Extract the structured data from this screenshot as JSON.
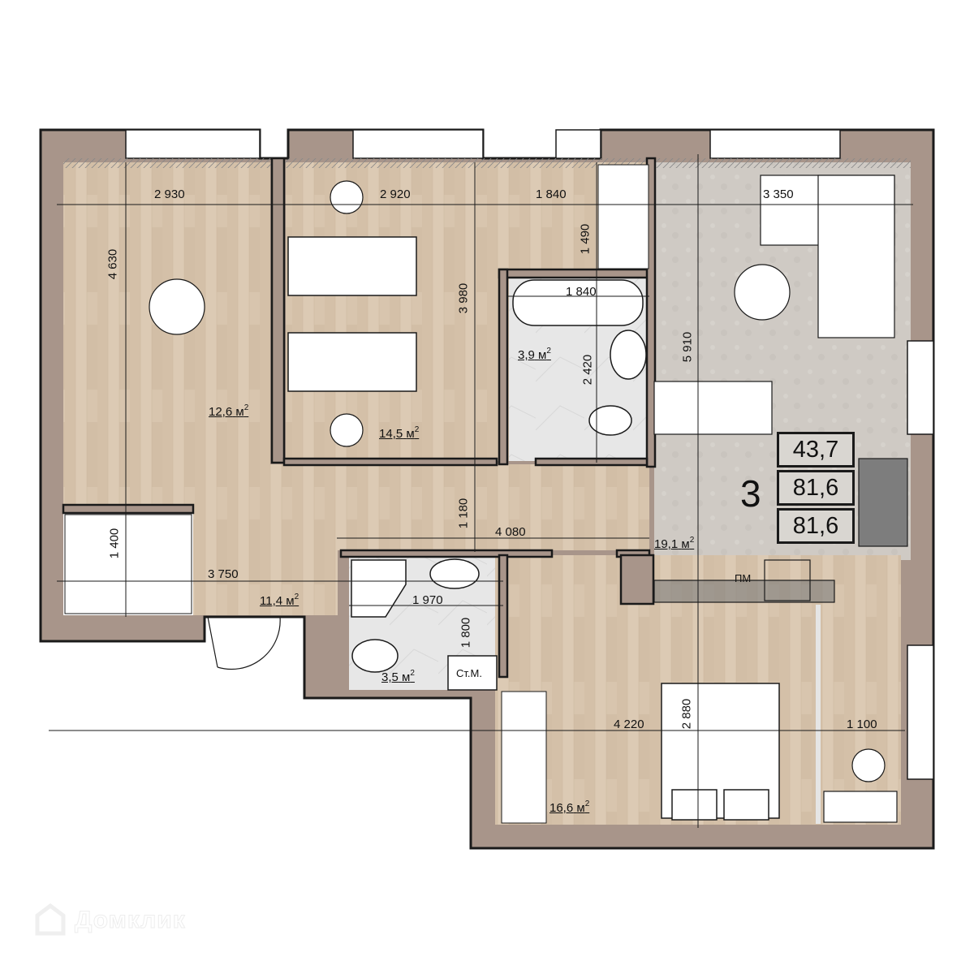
{
  "plan": {
    "colors": {
      "wall": "#a8958a",
      "wall_outline": "#1a1a1a",
      "wood_floor": "#d8c5ae",
      "tile_floor": "#e6e6e6",
      "living_floor": "#cfcac4",
      "window": "#ffffff",
      "accent_blue": "#2f6fc0"
    },
    "summary": {
      "rooms_count": "3",
      "living_area": "43,7",
      "total_area": "81,6",
      "total_area_with_balcony": "81,6"
    },
    "rooms": [
      {
        "id": "bedroom-left",
        "area": "12,6",
        "unit": "м",
        "sup": "2"
      },
      {
        "id": "kids-bedroom",
        "area": "14,5",
        "unit": "м",
        "sup": "2"
      },
      {
        "id": "bathroom-upper",
        "area": "3,9",
        "unit": "м",
        "sup": "2"
      },
      {
        "id": "living-kitchen",
        "area": "19,1",
        "unit": "м",
        "sup": "2"
      },
      {
        "id": "hallway",
        "area": "11,4",
        "unit": "м",
        "sup": "2"
      },
      {
        "id": "bathroom-lower",
        "area": "3,5",
        "unit": "м",
        "sup": "2"
      },
      {
        "id": "master-bedroom",
        "area": "16,6",
        "unit": "м",
        "sup": "2"
      }
    ],
    "dimensions": {
      "left_bedroom_width": "2 930",
      "left_bedroom_depth": "4 630",
      "kids_bedroom_width": "2 920",
      "kids_bedroom_depth": "3 980",
      "closet_width": "1 840",
      "closet_depth": "1 490",
      "bath_width": "1 840",
      "bath_depth": "2 420",
      "living_width": "3 350",
      "living_depth": "5 910",
      "corridor_width": "1 180",
      "corridor_length": "4 080",
      "hall_length": "3 750",
      "wardrobe_depth": "1 400",
      "wc_width": "1 970",
      "wc_depth": "1 800",
      "master_width": "4 220",
      "master_depth": "2 880",
      "master_balcony_width": "1 100"
    },
    "labels": {
      "washing_machine": "Ст.М.",
      "dishwasher": "ПМ"
    }
  },
  "watermark": {
    "brand": "Домклик",
    "icon": "house-logo-icon"
  }
}
